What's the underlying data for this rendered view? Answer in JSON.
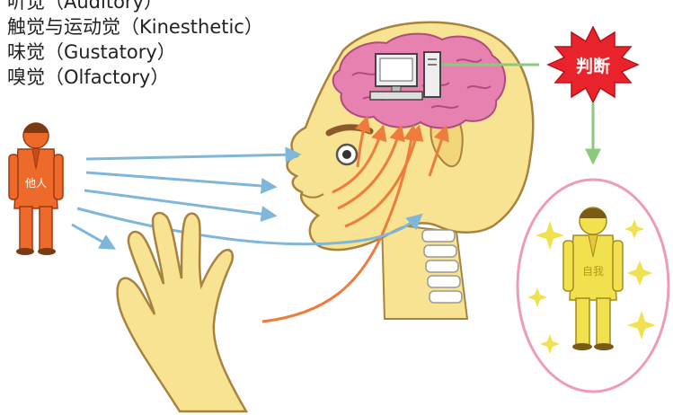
{
  "legend": {
    "lines": [
      "听觉（Auditory）",
      "触觉与运动觉（Kinesthetic）",
      "味觉（Gustatory）",
      "嗅觉（Olfactory）"
    ]
  },
  "labels": {
    "other_person": "他人",
    "judgement": "判断",
    "self_person": "自我"
  },
  "colors": {
    "skin": "#f7e391",
    "brain": "#e681b0",
    "sensory_arrow": "#7fb6da",
    "nerve_arrow": "#ef7b3c",
    "judgement_burst": "#e8232c",
    "decision_arrow": "#8cc97a",
    "other_person": "#ee6a2b",
    "self_person": "#f2e14e",
    "aura_ring": "#ef9bb4"
  },
  "icons": [
    "computer-icon",
    "sparkle-icon"
  ]
}
